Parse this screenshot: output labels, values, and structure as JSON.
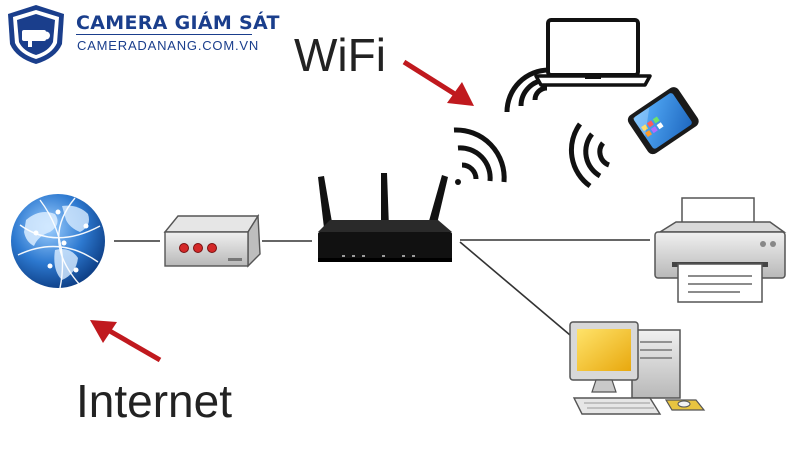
{
  "brand": {
    "title": "CAMERA GIÁM SÁT",
    "website": "CAMERADANANG.COM.VN",
    "logo_icon": "security-camera-shield",
    "color": "#1a3e8c"
  },
  "labels": {
    "wifi": "WiFi",
    "internet": "Internet"
  },
  "icons": {
    "globe": "globe-icon",
    "modem": "modem-icon",
    "router": "wifi-router-icon",
    "laptop": "laptop-icon",
    "smartphone": "smartphone-icon",
    "printer": "printer-icon",
    "desktop": "desktop-computer-icon"
  },
  "colors": {
    "arrow": "#c0191e",
    "line": "#333333",
    "router": "#111111",
    "globe": "#1f5fb0",
    "modem_leds": "#d42828",
    "monitor_screen": "#f2c21a"
  }
}
